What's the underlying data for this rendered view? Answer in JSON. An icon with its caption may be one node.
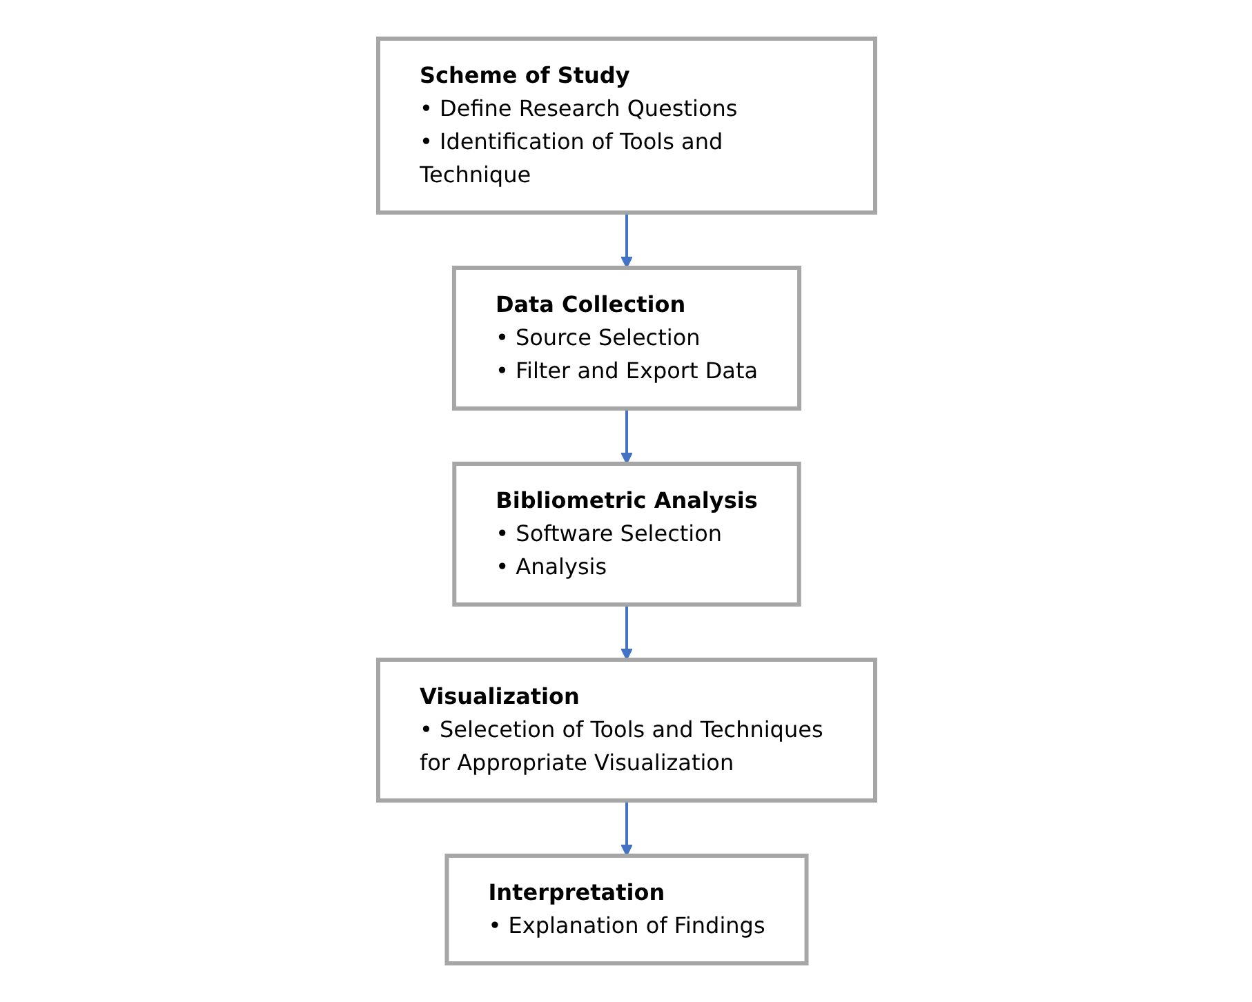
{
  "diagram": {
    "nodes": [
      {
        "text": [
          "Scheme of Study",
          "• Define Research Questions",
          "• Identification of Tools and Technique"
        ]
      },
      {
        "text": [
          "Data Collection",
          "• Source Selection",
          "• Filter and Export Data"
        ]
      },
      {
        "text": [
          "Bibliometric Analysis",
          "• Software Selection",
          "• Analysis"
        ]
      },
      {
        "text": [
          "Visualization",
          "• Selecetion of Tools and Techniques for Appropriate Visualization"
        ]
      },
      {
        "text": [
          "Interpretation",
          "• Explanation of Findings"
        ]
      }
    ],
    "edges": [
      {
        "from": 0,
        "to": 1,
        "arrow": "to"
      },
      {
        "from": 1,
        "to": 2,
        "arrow": "to"
      },
      {
        "from": 2,
        "to": 3,
        "arrow": "to"
      },
      {
        "from": 3,
        "to": 4,
        "arrow": "to"
      }
    ]
  }
}
